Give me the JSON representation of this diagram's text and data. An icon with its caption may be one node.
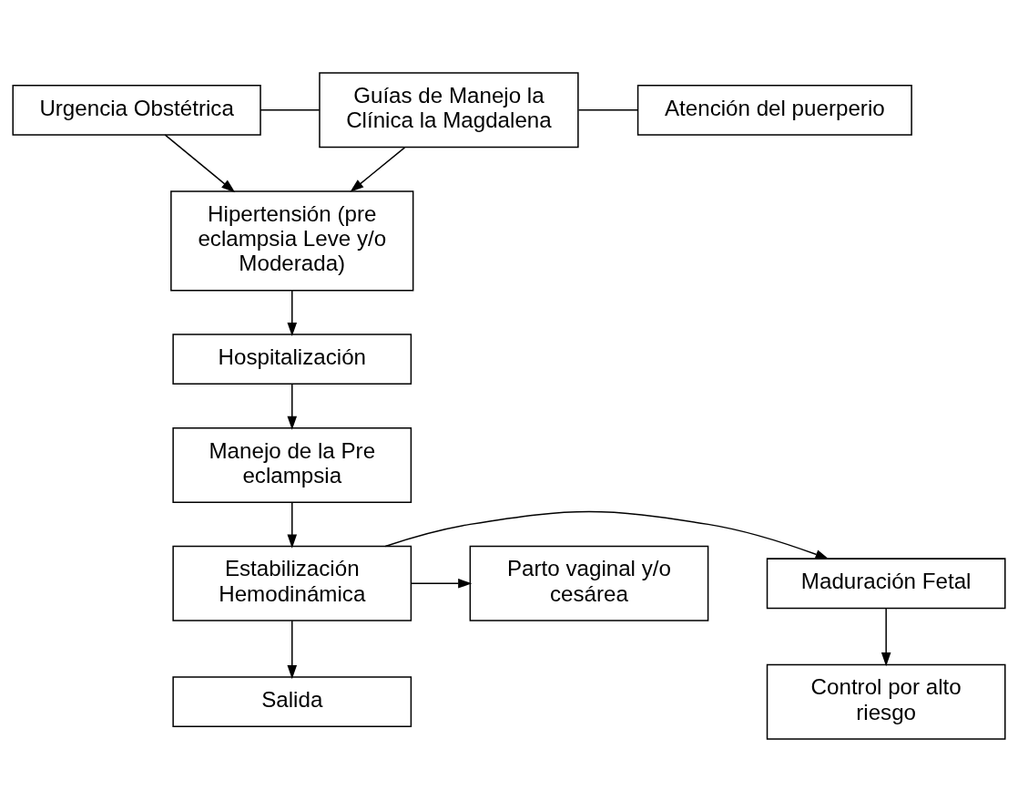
{
  "diagram": {
    "nodes": [
      {
        "text": [
          "Urgencia Obstétrica"
        ]
      },
      {
        "text": [
          "Guías de Manejo la Clínica la Magdalena"
        ]
      },
      {
        "text": [
          "Atención del puerperio"
        ]
      },
      {
        "text": [
          "Hipertensión (pre eclampsia Leve y/o Moderada)"
        ]
      },
      {
        "text": [
          "Hospitalización"
        ]
      },
      {
        "text": [
          "Manejo de la Pre eclampsia"
        ]
      },
      {
        "text": [
          "Maduración Fetal"
        ]
      },
      {
        "text": [
          "Estabilización Hemodinámica"
        ]
      },
      {
        "text": [
          "Parto vaginal y/o cesárea"
        ]
      },
      {
        "text": [
          "Control por alto riesgo"
        ]
      },
      {
        "text": [
          "Salida"
        ]
      }
    ],
    "edges": [
      {
        "from": 0,
        "to": 1,
        "arrow": "none"
      },
      {
        "from": 1,
        "to": 2,
        "arrow": "none"
      },
      {
        "from": 1,
        "to": 3,
        "arrow": "to"
      },
      {
        "from": 0,
        "to": 3,
        "arrow": "to"
      },
      {
        "from": 3,
        "to": 4,
        "arrow": "to"
      },
      {
        "from": 4,
        "to": 5,
        "arrow": "to"
      },
      {
        "from": 5,
        "to": 7,
        "arrow": "to"
      },
      {
        "from": 7,
        "to": 6,
        "arrow": "to"
      },
      {
        "from": 7,
        "to": 8,
        "arrow": "to"
      },
      {
        "from": 6,
        "to": 9,
        "arrow": "to"
      },
      {
        "from": 7,
        "to": 10,
        "arrow": "to"
      }
    ]
  }
}
